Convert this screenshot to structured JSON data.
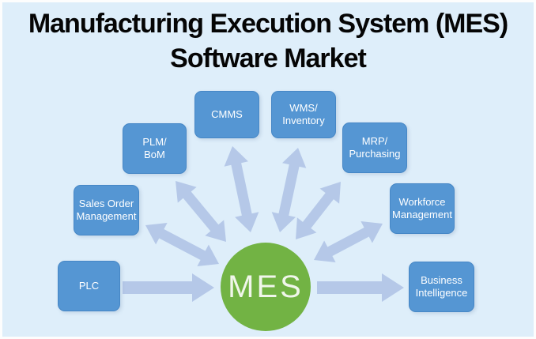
{
  "title": {
    "line1": "Manufacturing Execution System (MES)",
    "line2": "Software Market"
  },
  "diagram": {
    "center": {
      "label": "MES"
    },
    "nodes": [
      {
        "id": "plc",
        "label": "PLC"
      },
      {
        "id": "sales",
        "label": "Sales Order\nManagement"
      },
      {
        "id": "plm",
        "label": "PLM/\nBoM"
      },
      {
        "id": "cmms",
        "label": "CMMS"
      },
      {
        "id": "wms",
        "label": "WMS/\nInventory"
      },
      {
        "id": "mrp",
        "label": "MRP/\nPurchasing"
      },
      {
        "id": "workforce",
        "label": "Workforce\nManagement"
      },
      {
        "id": "bi",
        "label": "Business\nIntelligence"
      }
    ],
    "connections": [
      {
        "from": "PLC",
        "to": "MES",
        "direction": "one-way"
      },
      {
        "from": "MES",
        "to": "Sales Order Management",
        "direction": "two-way"
      },
      {
        "from": "MES",
        "to": "PLM/BoM",
        "direction": "two-way"
      },
      {
        "from": "MES",
        "to": "CMMS",
        "direction": "two-way"
      },
      {
        "from": "MES",
        "to": "WMS/Inventory",
        "direction": "two-way"
      },
      {
        "from": "MES",
        "to": "MRP/Purchasing",
        "direction": "two-way"
      },
      {
        "from": "MES",
        "to": "Workforce Management",
        "direction": "two-way"
      },
      {
        "from": "MES",
        "to": "Business Intelligence",
        "direction": "one-way"
      }
    ]
  },
  "colors": {
    "background": "#deeefa",
    "border": "#fdfdfd",
    "node_fill": "#5596d3",
    "node_border": "#4687c6",
    "node_text": "#ffffff",
    "center_fill": "#72b344",
    "center_text": "#f0f6ea",
    "arrow": "#b5c8e8",
    "title_text": "#050505"
  }
}
